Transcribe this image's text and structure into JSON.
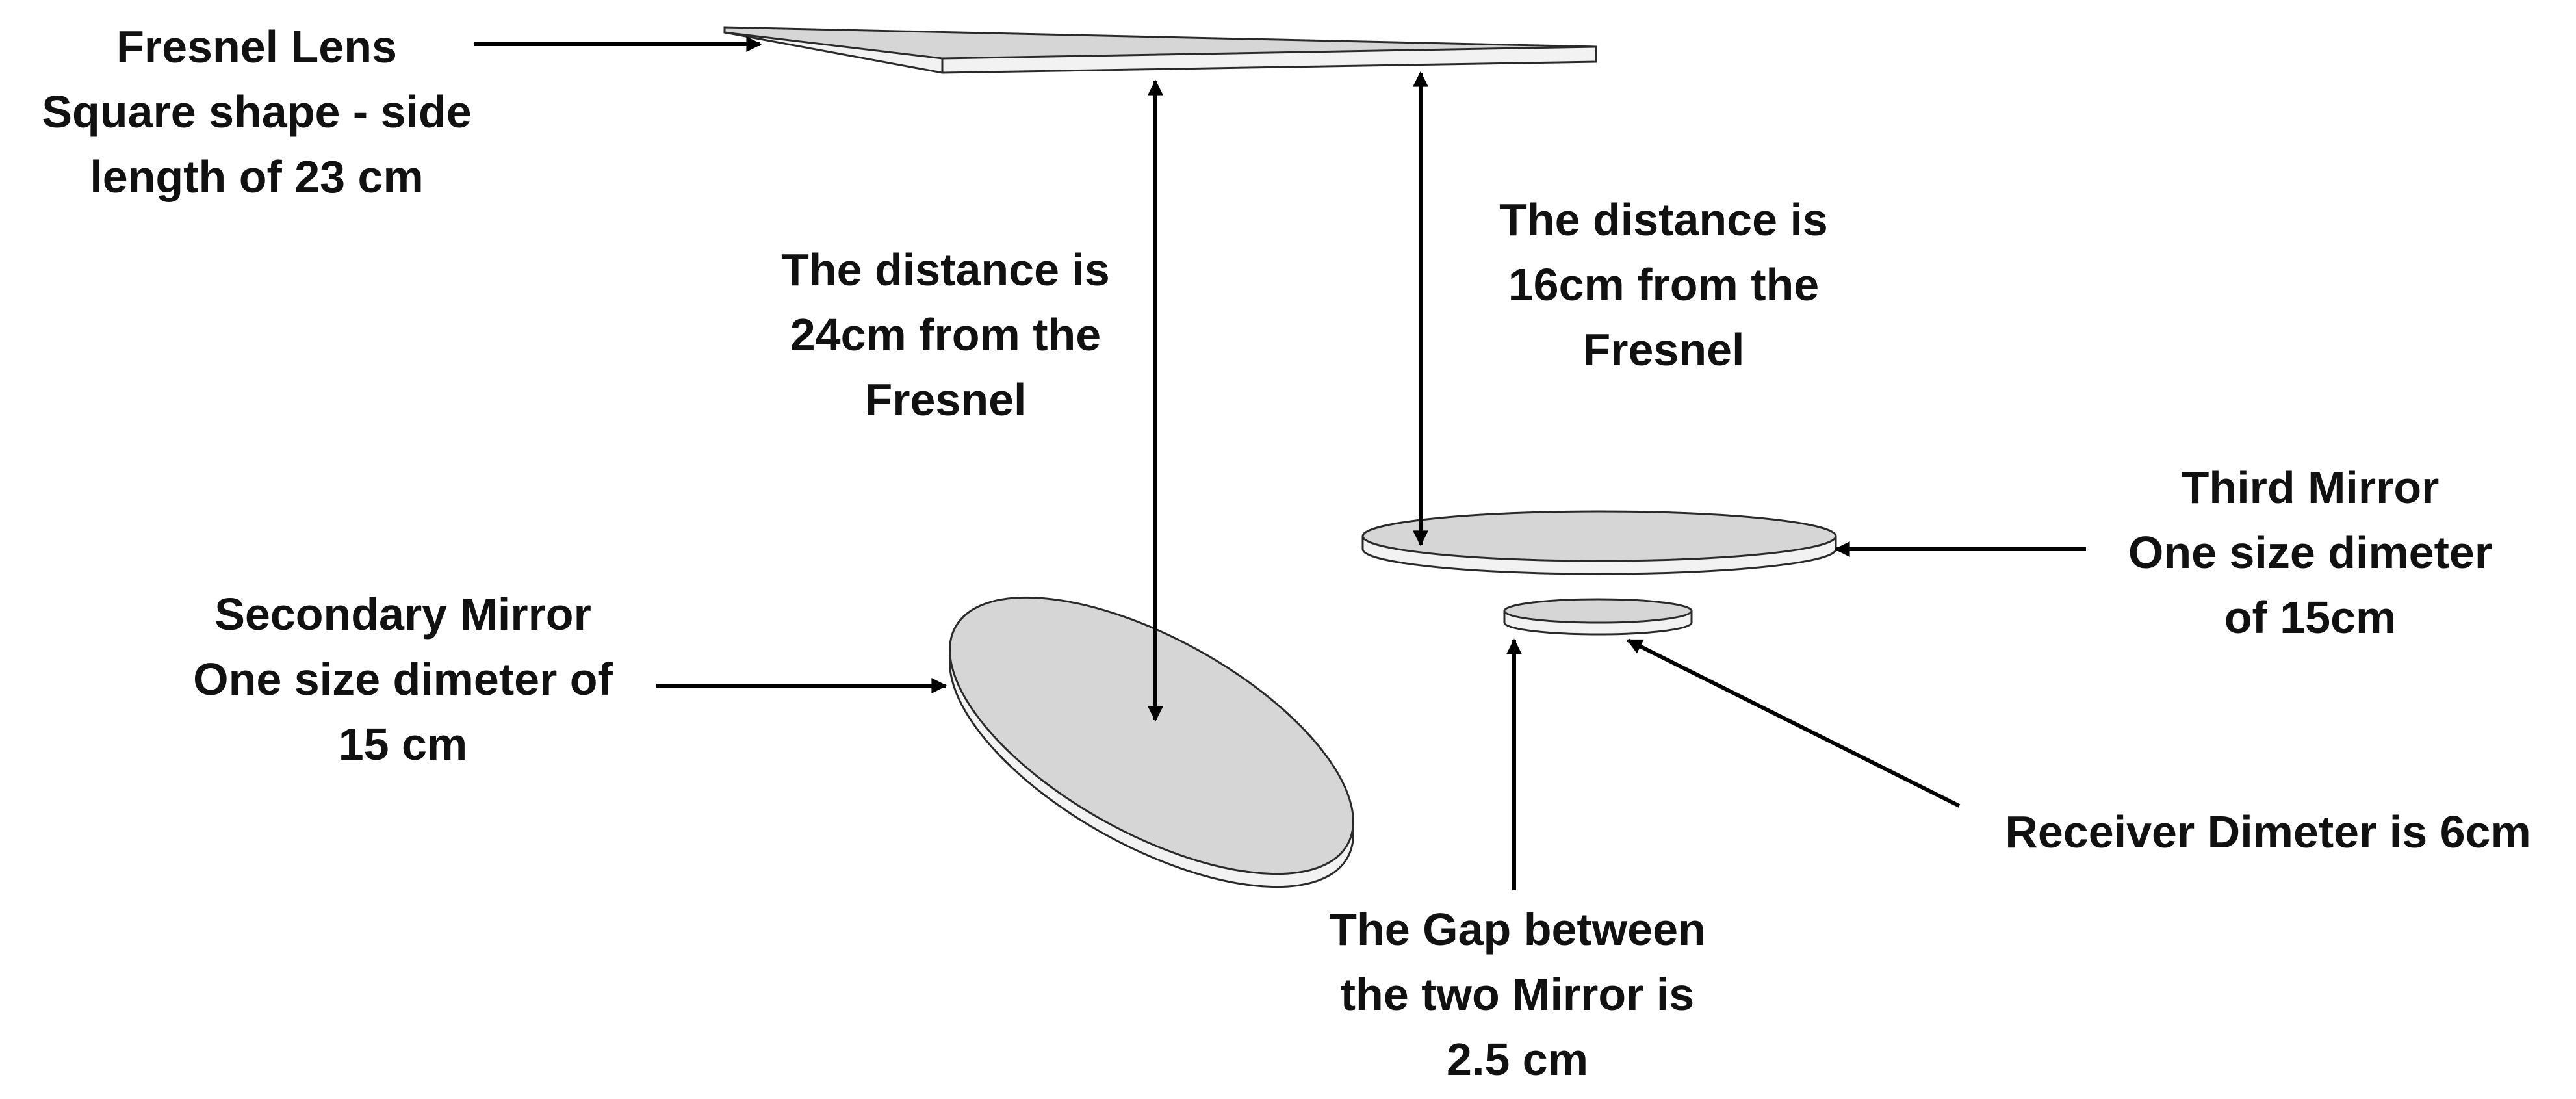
{
  "colors": {
    "background": "#ffffff",
    "surface_top": "#d6d6d6",
    "surface_edge": "#f2f2f2",
    "outline": "#2a2a2a",
    "arrow": "#000000",
    "text": "#111111"
  },
  "labels": {
    "fresnel": [
      "Fresnel Lens",
      "Square shape - side",
      "length of 23 cm"
    ],
    "distance_24": [
      "The distance  is",
      "24cm from the",
      "Fresnel"
    ],
    "distance_16": [
      "The distance  is",
      "16cm from the",
      "Fresnel"
    ],
    "third_mirror": [
      "Third Mirror",
      "One size dimeter",
      "of 15cm"
    ],
    "secondary_mirror": [
      "Secondary Mirror",
      "One size dimeter of",
      "15 cm"
    ],
    "receiver": [
      "Receiver Dimeter is 6cm"
    ],
    "gap": [
      "The Gap between",
      "the two Mirror is",
      "2.5 cm"
    ]
  }
}
